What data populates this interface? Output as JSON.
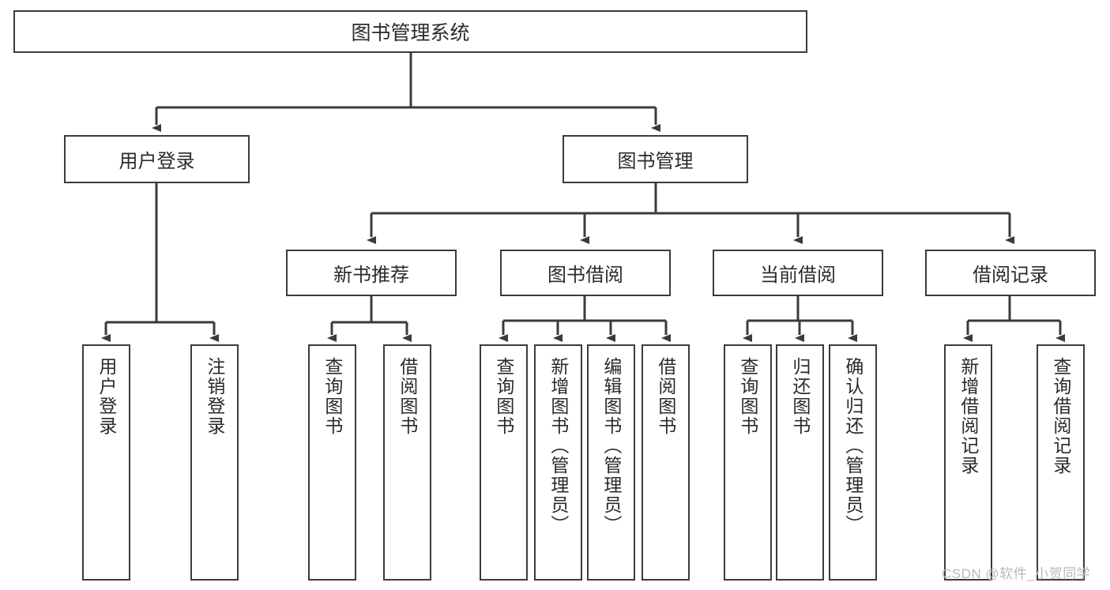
{
  "diagram": {
    "type": "tree",
    "title": "图书管理系统",
    "orientation": "top-down",
    "line_color": "#3b3b3b",
    "box_fill": "#ffffff",
    "text_color": "#2b2b2b",
    "root": {
      "label": "图书管理系统"
    },
    "level2": [
      {
        "label": "用户登录"
      },
      {
        "label": "图书管理"
      }
    ],
    "level3": [
      {
        "label": "新书推荐"
      },
      {
        "label": "图书借阅"
      },
      {
        "label": "当前借阅"
      },
      {
        "label": "借阅记录"
      }
    ],
    "leaves": {
      "user_login": [
        {
          "label": "用户登录"
        },
        {
          "label": "注销登录"
        }
      ],
      "new_book_recommend": [
        {
          "label": "查询图书"
        },
        {
          "label": "借阅图书"
        }
      ],
      "book_borrow": [
        {
          "label": "查询图书"
        },
        {
          "label": "新增图书（管理员）"
        },
        {
          "label": "编辑图书（管理员）"
        },
        {
          "label": "借阅图书"
        }
      ],
      "current_borrow": [
        {
          "label": "查询图书"
        },
        {
          "label": "归还图书"
        },
        {
          "label": "确认归还（管理员）"
        }
      ],
      "borrow_record": [
        {
          "label": "新增借阅记录"
        },
        {
          "label": "查询借阅记录"
        }
      ]
    }
  },
  "watermark": {
    "text": "CSDN @软件_小贺同学"
  }
}
